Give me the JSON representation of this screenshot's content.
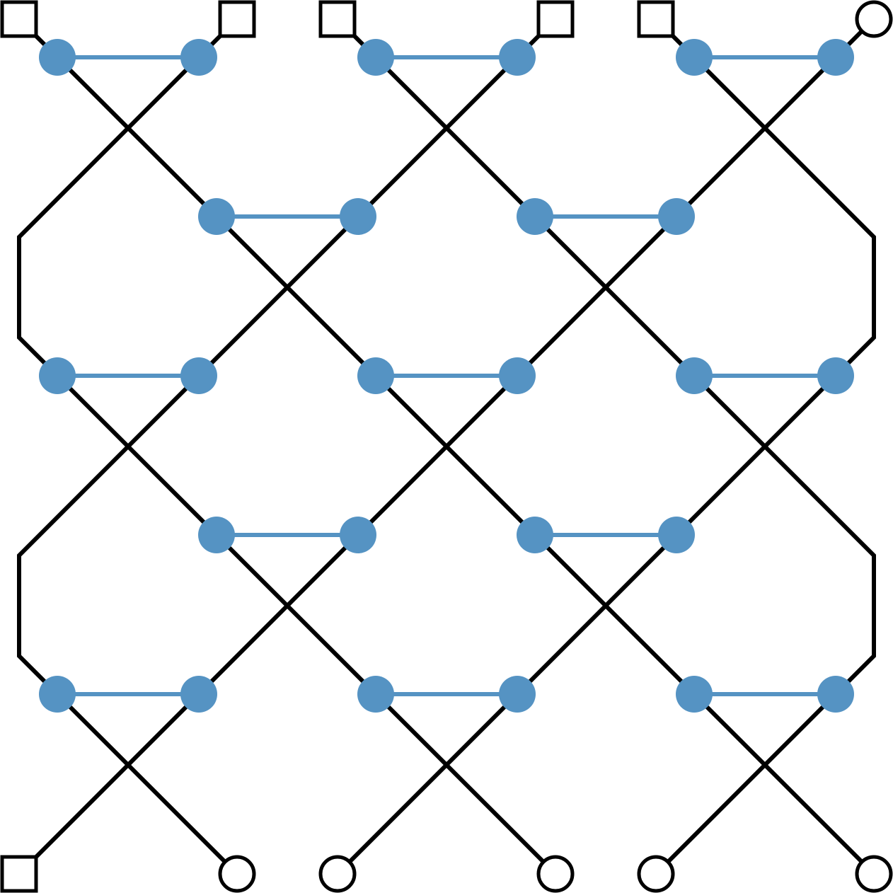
{
  "colors": {
    "background": "#ffffff",
    "wire": "#000000",
    "node": "#5593c3",
    "coupler": "#5593c3"
  },
  "diagram": {
    "node_rows": 5,
    "pairs_per_row": [
      3,
      2,
      3,
      2,
      3
    ],
    "top_terminals": [
      "square",
      "square",
      "square",
      "square",
      "square",
      "circle"
    ],
    "bottom_terminals": [
      "square",
      "circle",
      "circle",
      "circle",
      "circle",
      "circle"
    ]
  }
}
